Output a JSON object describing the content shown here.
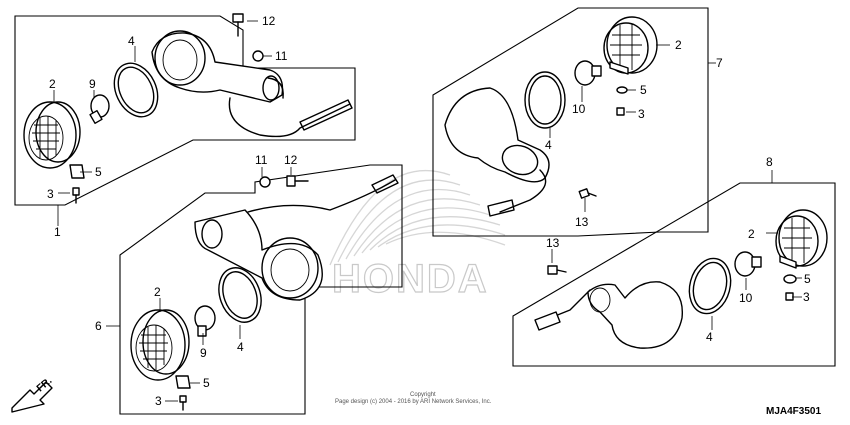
{
  "diagram": {
    "code": "MJA4F3501",
    "copyright_line1": "Copyright",
    "copyright_line2": "Page design (c) 2004 - 2016 by ARI Network Services, Inc.",
    "front_label": "FR.",
    "watermark_brand": "HONDA"
  },
  "callouts": {
    "a": {
      "c1": "1",
      "c2": "2",
      "c3": "3",
      "c4": "4",
      "c5": "5",
      "c9": "9",
      "c11": "11",
      "c12": "12"
    },
    "b": {
      "c2": "2",
      "c3": "3",
      "c4": "4",
      "c5": "5",
      "c6": "6",
      "c9": "9",
      "c11": "11",
      "c12": "12"
    },
    "c": {
      "c2": "2",
      "c3": "3",
      "c4": "4",
      "c5": "5",
      "c7": "7",
      "c10": "10",
      "c13": "13"
    },
    "d": {
      "c2": "2",
      "c3": "3",
      "c4": "4",
      "c5": "5",
      "c8": "8",
      "c10": "10",
      "c13": "13"
    }
  }
}
